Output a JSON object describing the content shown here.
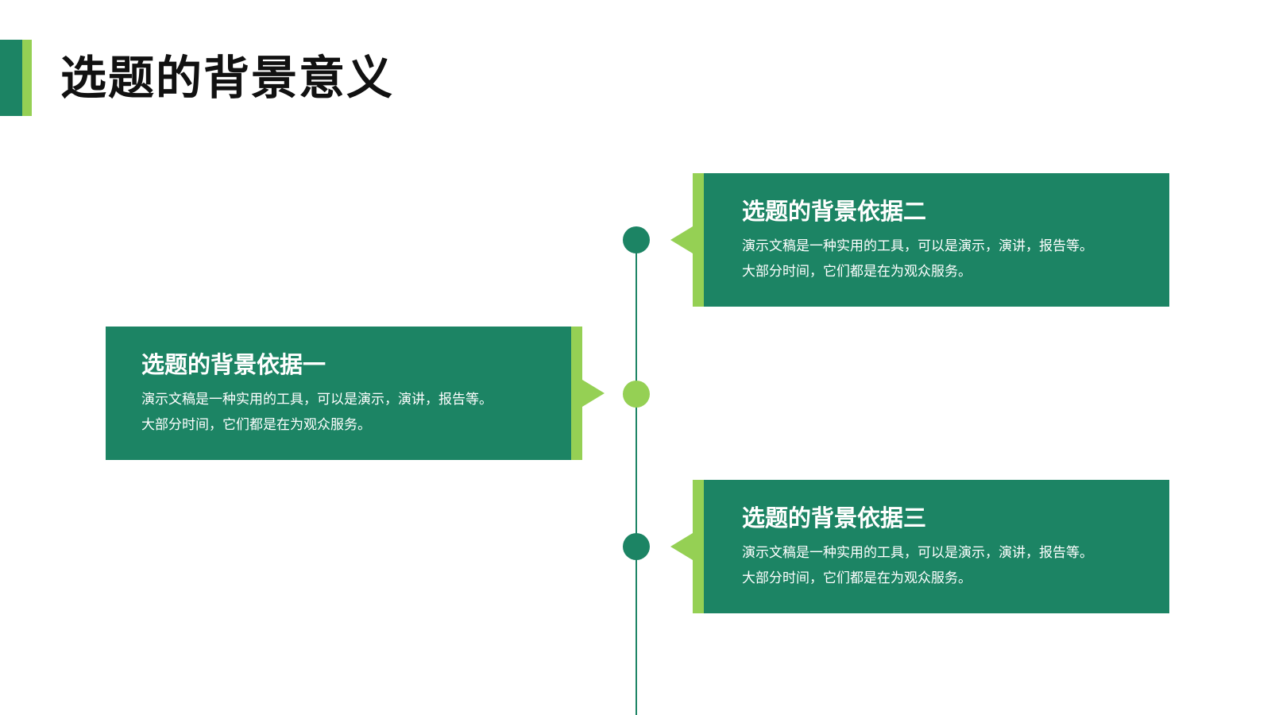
{
  "page": {
    "title": "选题的背景意义"
  },
  "colors": {
    "primary": "#1c8464",
    "accent": "#95d054",
    "background": "#ffffff",
    "title_text": "#111111"
  },
  "timeline": {
    "items": [
      {
        "title": "选题的背景依据一",
        "line1": "演示文稿是一种实用的工具，可以是演示，演讲，报告等。",
        "line2": "大部分时间，它们都是在为观众服务。"
      },
      {
        "title": "选题的背景依据二",
        "line1": "演示文稿是一种实用的工具，可以是演示，演讲，报告等。",
        "line2": "大部分时间，它们都是在为观众服务。"
      },
      {
        "title": "选题的背景依据三",
        "line1": "演示文稿是一种实用的工具，可以是演示，演讲，报告等。",
        "line2": "大部分时间，它们都是在为观众服务。"
      }
    ]
  }
}
